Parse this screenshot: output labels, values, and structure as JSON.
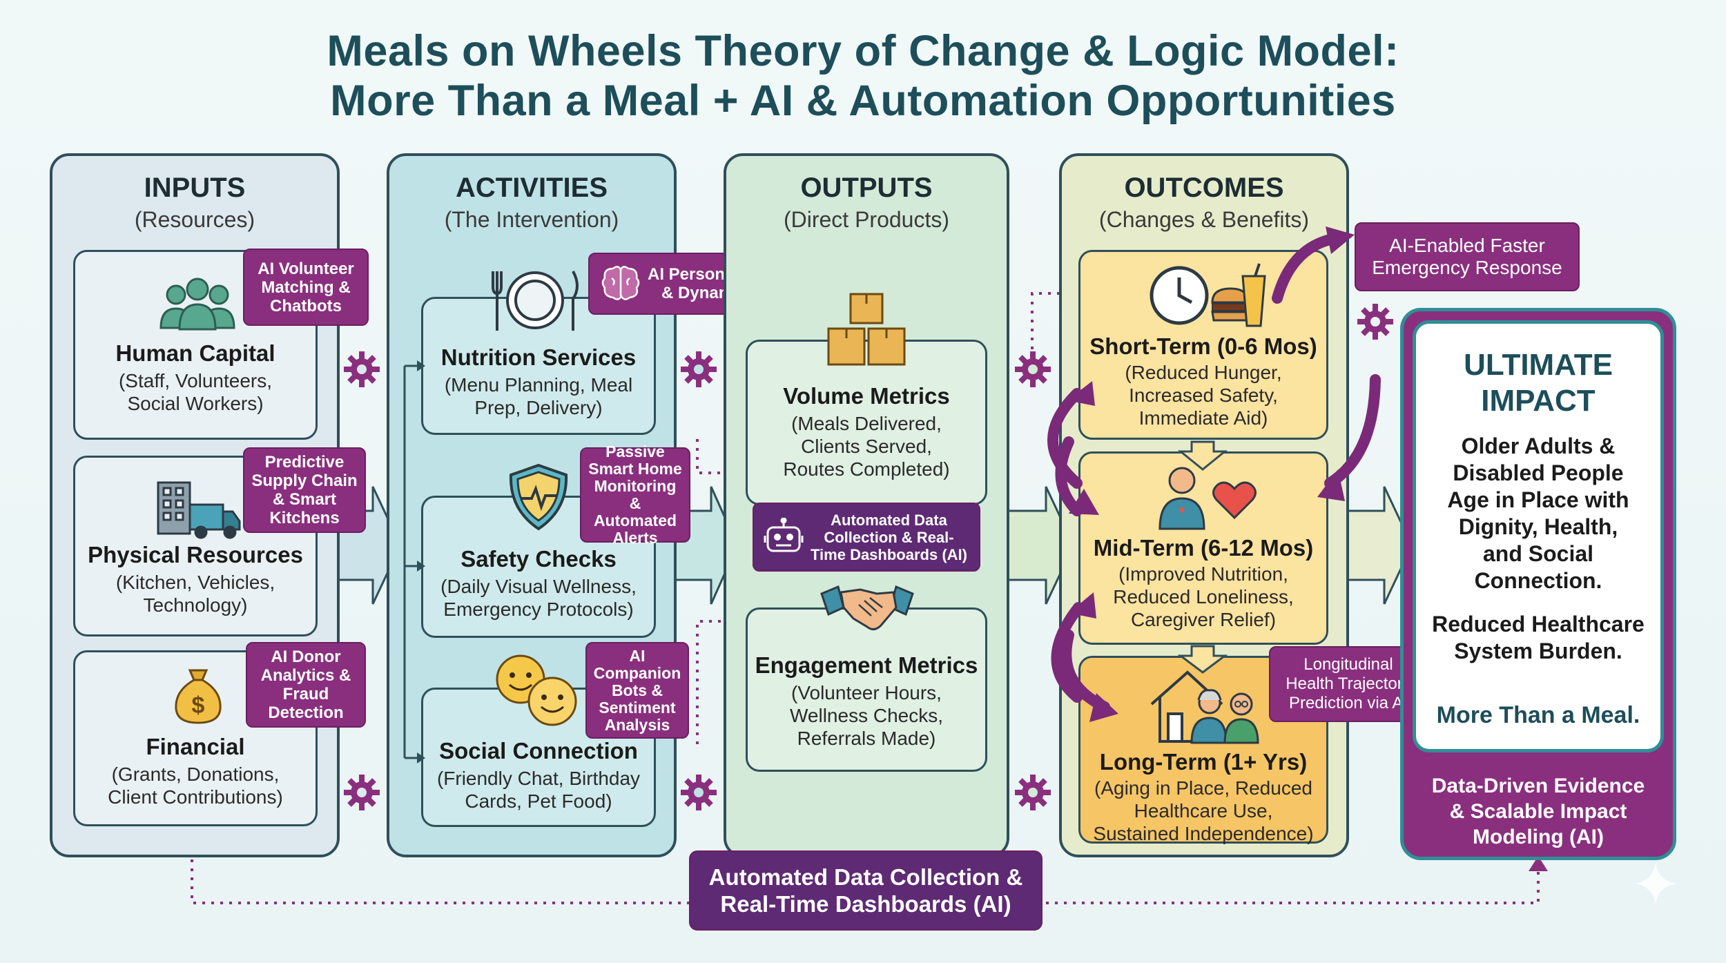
{
  "title": {
    "line1": "Meals on Wheels Theory of Change & Logic Model:",
    "line2": "More Than a Meal + AI & Automation Opportunities"
  },
  "colors": {
    "title": "#1d4e5a",
    "inputs_bg": "#dde9ef",
    "activities_bg": "#bfe2e6",
    "outputs_bg": "#d4ead8",
    "outcomes_bg": "#e6eccb",
    "card_yellow": "#fbe3a0",
    "card_orange": "#f6c565",
    "ai_tag": "#8a2f7e",
    "impact_border": "#2f8f96",
    "arrow_purple": "#7a2a78"
  },
  "inputs": {
    "title": "INPUTS",
    "subtitle": "(Resources)",
    "cards": [
      {
        "title": "Human Capital",
        "desc": [
          "(Staff, Volunteers,",
          "Social Workers)"
        ],
        "icon": "people-icon",
        "tag": [
          "AI Volunteer",
          "Matching &",
          "Chatbots"
        ]
      },
      {
        "title": "Physical Resources",
        "desc": [
          "(Kitchen, Vehicles,",
          "Technology)"
        ],
        "icon": "building-truck-icon",
        "tag": [
          "Predictive",
          "Supply Chain",
          "& Smart",
          "Kitchens"
        ]
      },
      {
        "title": "Financial",
        "desc": [
          "(Grants, Donations,",
          "Client Contributions)"
        ],
        "icon": "money-bag-icon",
        "tag": [
          "AI Donor",
          "Analytics &",
          "Fraud",
          "Detection"
        ]
      }
    ]
  },
  "activities": {
    "title": "ACTIVITIES",
    "subtitle": "(The Intervention)",
    "cards": [
      {
        "title": "Nutrition Services",
        "desc": [
          "(Menu Planning, Meal",
          "Prep, Delivery)"
        ],
        "icon": "plate-cutlery-icon",
        "tag": [
          "AI Personalized Menus",
          "& Dynamic Routing"
        ]
      },
      {
        "title": "Safety Checks",
        "desc": [
          "(Daily Visual Wellness,",
          "Emergency Protocols)"
        ],
        "icon": "shield-heartbeat-icon",
        "tag": [
          "Passive",
          "Smart Home",
          "Monitoring &",
          "Automated",
          "Alerts"
        ]
      },
      {
        "title": "Social Connection",
        "desc": [
          "(Friendly Chat, Birthday",
          "Cards, Pet Food)"
        ],
        "icon": "smiley-faces-icon",
        "tag": [
          "AI",
          "Companion",
          "Bots &",
          "Sentiment",
          "Analysis"
        ]
      }
    ]
  },
  "outputs": {
    "title": "OUTPUTS",
    "subtitle": "(Direct Products)",
    "cards": [
      {
        "title": "Volume Metrics",
        "desc": [
          "(Meals Delivered,",
          "Clients Served,",
          "Routes Completed)"
        ],
        "icon": "boxes-icon"
      },
      {
        "title": "Engagement Metrics",
        "desc": [
          "(Volunteer Hours,",
          "Wellness Checks,",
          "Referrals Made)"
        ],
        "icon": "handshake-icon"
      }
    ],
    "tag": [
      "Automated Data",
      "Collection & Real-",
      "Time Dashboards (AI)"
    ]
  },
  "outcomes": {
    "title": "OUTCOMES",
    "subtitle": "(Changes & Benefits)",
    "cards": [
      {
        "title": "Short-Term (0-6 Mos)",
        "desc": [
          "(Reduced Hunger,",
          "Increased Safety,",
          "Immediate Aid)"
        ],
        "icon": "clock-food-icon"
      },
      {
        "title": "Mid-Term (6-12 Mos)",
        "desc": [
          "(Improved Nutrition,",
          "Reduced Loneliness,",
          "Caregiver Relief)"
        ],
        "icon": "person-heart-icon"
      },
      {
        "title": "Long-Term (1+ Yrs)",
        "desc": [
          "(Aging in Place, Reduced",
          "Healthcare Use,",
          "Sustained Independence)"
        ],
        "icon": "house-elders-icon"
      }
    ],
    "tag_faster": [
      "AI-Enabled Faster",
      "Emergency Response"
    ],
    "tag_longitudinal": [
      "Longitudinal",
      "Health Trajectory",
      "Prediction via AI"
    ]
  },
  "impact": {
    "title": [
      "ULTIMATE",
      "IMPACT"
    ],
    "body": [
      "Older Adults &",
      "Disabled People",
      "Age in Place with",
      "Dignity, Health,",
      "and Social",
      "Connection."
    ],
    "body2": [
      "Reduced Healthcare",
      "System Burden."
    ],
    "tagline": "More Than a Meal.",
    "footer": [
      "Data-Driven Evidence",
      "& Scalable Impact",
      "Modeling (AI)"
    ]
  },
  "bottom_banner": [
    "Automated Data Collection &",
    "Real-Time Dashboards (AI)"
  ]
}
